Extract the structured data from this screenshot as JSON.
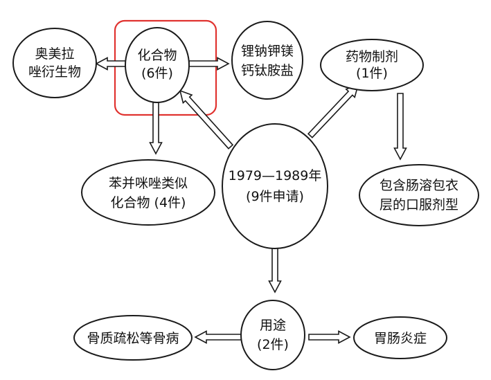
{
  "colors": {
    "highlight": "#e0322f",
    "stroke": "#1a1a1a",
    "text": "#111111",
    "background": "#ffffff"
  },
  "nodes": {
    "center": {
      "line1": "1979—1989年",
      "line2": "(9件申请)"
    },
    "compound": {
      "line1": "化合物",
      "line2": "(6件)"
    },
    "omeprazole": {
      "line1": "奥美拉",
      "line2": "唑衍生物"
    },
    "salts": {
      "line1": "锂钠钾镁",
      "line2": "钙钛胺盐"
    },
    "benzimidazole": {
      "line1": "苯并咪唑类似",
      "line2": "化合物 (4件)"
    },
    "formulation": {
      "line1": "药物制剂",
      "line2": "(1件)"
    },
    "enteric": {
      "line1": "包含肠溶包衣",
      "line2": "层的口服剂型"
    },
    "use": {
      "line1": "用途",
      "line2": "(2件)"
    },
    "bone": {
      "line1": "骨质疏松等骨病"
    },
    "gastro": {
      "line1": "胃肠炎症"
    }
  }
}
